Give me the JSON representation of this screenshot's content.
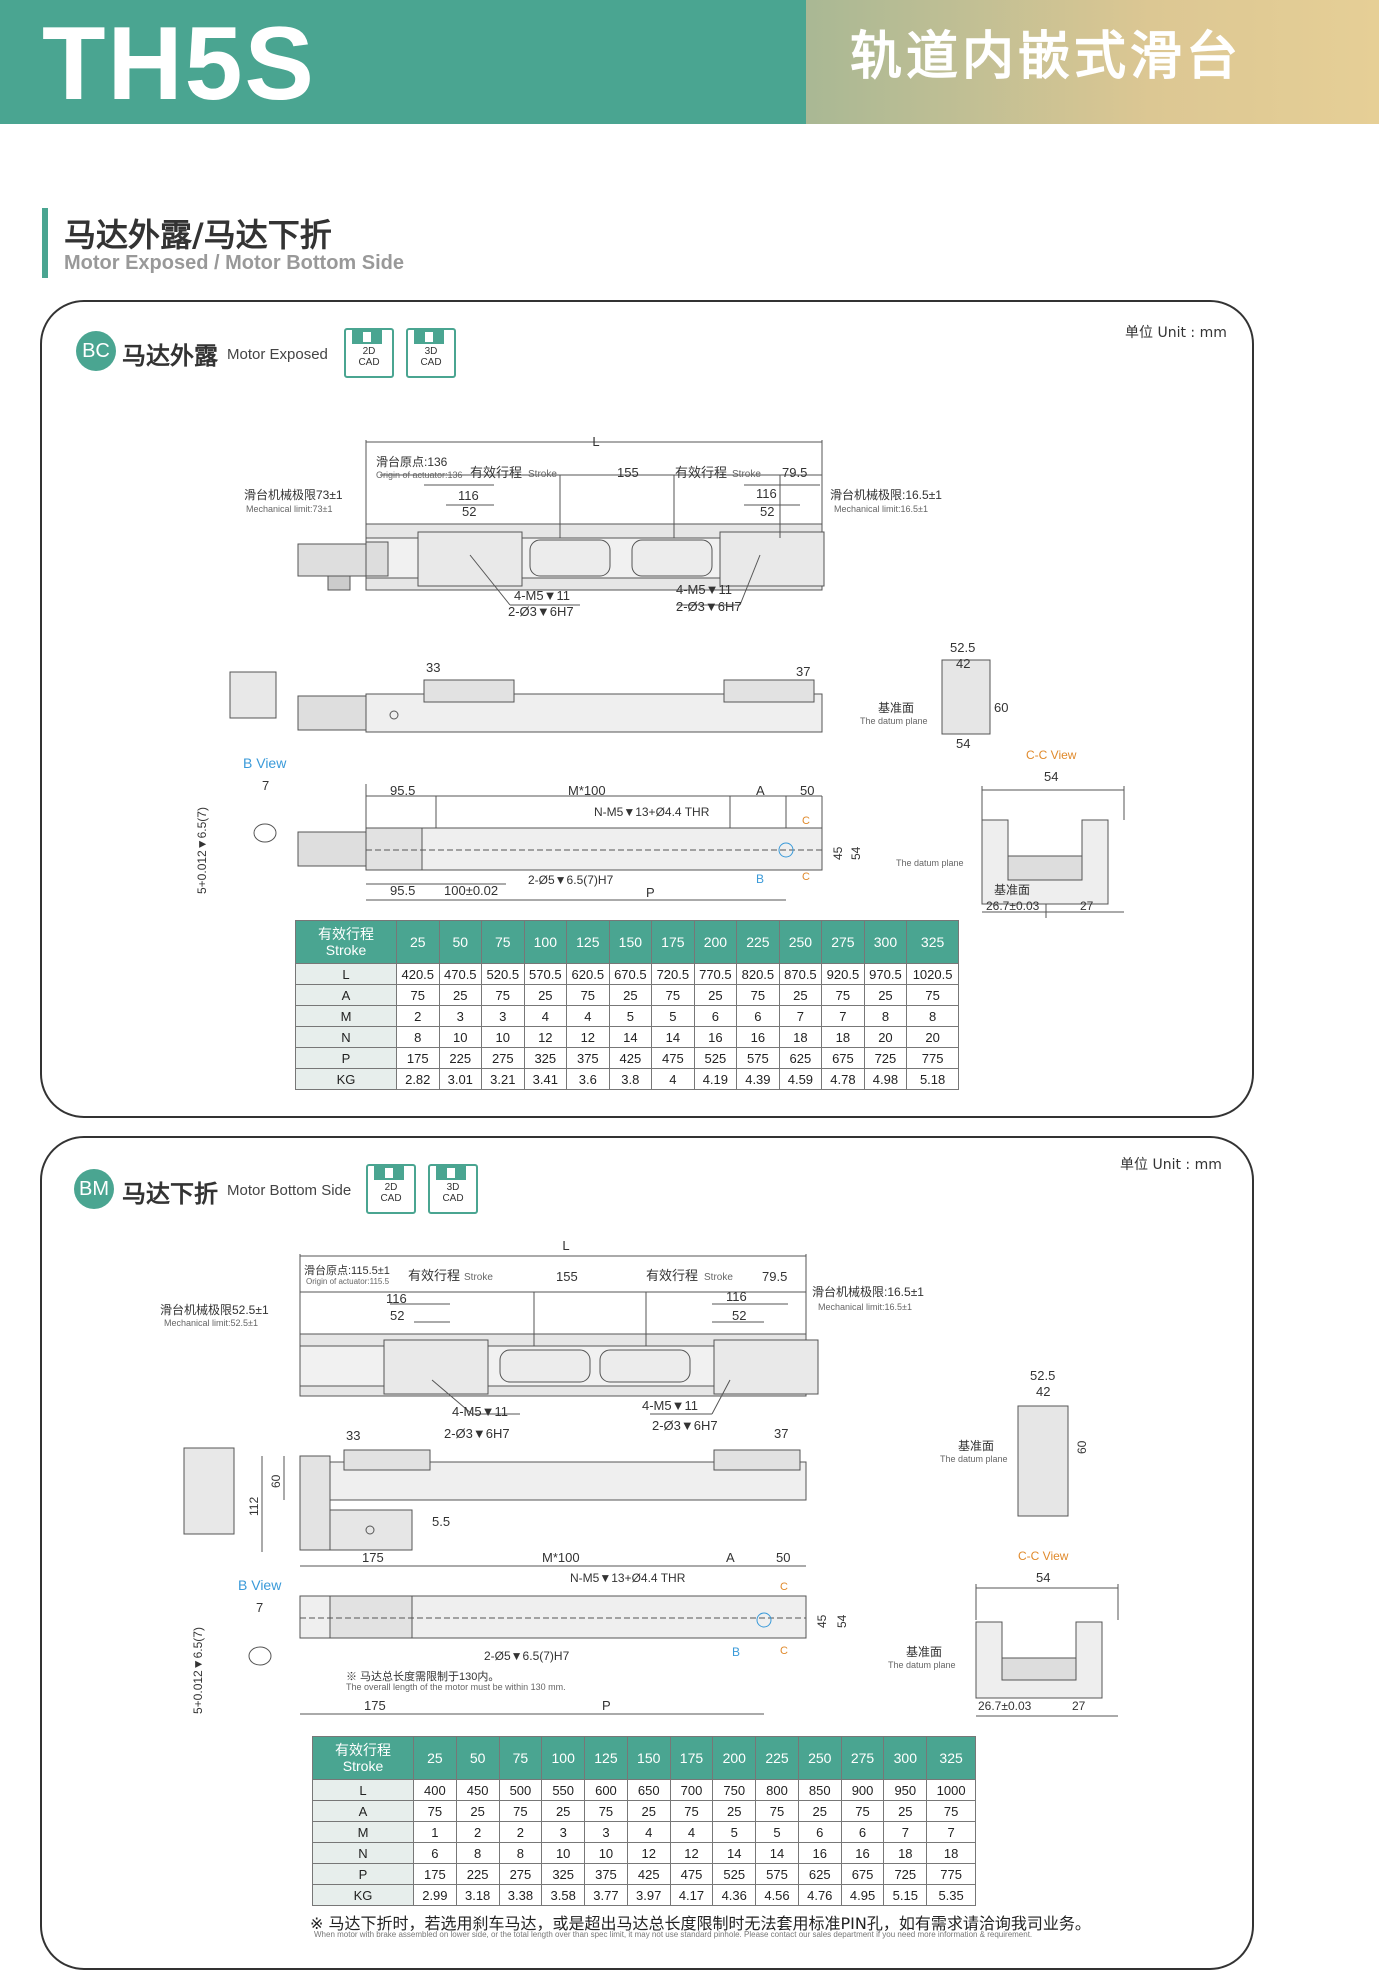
{
  "header": {
    "model": "TH5S",
    "title_cn": "轨道内嵌式滑台"
  },
  "section": {
    "title_cn": "马达外露/马达下折",
    "title_en": "Motor Exposed / Motor Bottom Side"
  },
  "colors": {
    "brand_green": "#4aa591",
    "gold": "#dcc793",
    "orange": "#e08a2c",
    "blue": "#3a9ad9"
  },
  "panel_bc": {
    "unit": "单位 Unit : mm",
    "badge": "BC",
    "title_cn": "马达外露",
    "title_en": "Motor Exposed",
    "cad2d": [
      "2D",
      "CAD"
    ],
    "cad3d": [
      "3D",
      "CAD"
    ],
    "dims": {
      "L": "L",
      "origin_cn": "滑台原点:136",
      "origin_en": "Origin of actuator:136",
      "stroke_cn": "有效行程",
      "stroke_en": "Stroke",
      "d155": "155",
      "d79": "79.5",
      "mech_left_cn": "滑台机械极限73±1",
      "mech_left_en": "Mechanical limit:73±1",
      "mech_right_cn": "滑台机械极限:16.5±1",
      "mech_right_en": "Mechanical limit:16.5±1",
      "d116": "116",
      "d52": "52",
      "m5": "4-M5▼11",
      "pin": "2-Ø3▼6H7",
      "d33": "33",
      "d37": "37",
      "d525": "52.5",
      "d42": "42",
      "d60": "60",
      "d54": "54",
      "datum_cn": "基准面",
      "datum_en": "The datum plane",
      "bview": "B View",
      "ccview": "C-C View",
      "d7": "7",
      "tol": "5+0.012▼6.5(7)",
      "d955": "95.5",
      "m100": "M*100",
      "A": "A",
      "d50": "50",
      "thr": "N-M5▼13+Ø4.4 THR",
      "c": "C",
      "b": "B",
      "d100": "100±0.02",
      "p": "P",
      "pin2": "2-Ø5▼6.5(7)H7",
      "d45": "45",
      "d267": "26.7±0.03",
      "d27": "27"
    },
    "table": {
      "head_cn": "有效行程",
      "head_en": "Stroke",
      "strokes": [
        "25",
        "50",
        "75",
        "100",
        "125",
        "150",
        "175",
        "200",
        "225",
        "250",
        "275",
        "300",
        "325"
      ],
      "rows": [
        {
          "label": "L",
          "values": [
            "420.5",
            "470.5",
            "520.5",
            "570.5",
            "620.5",
            "670.5",
            "720.5",
            "770.5",
            "820.5",
            "870.5",
            "920.5",
            "970.5",
            "1020.5"
          ]
        },
        {
          "label": "A",
          "values": [
            "75",
            "25",
            "75",
            "25",
            "75",
            "25",
            "75",
            "25",
            "75",
            "25",
            "75",
            "25",
            "75"
          ]
        },
        {
          "label": "M",
          "values": [
            "2",
            "3",
            "3",
            "4",
            "4",
            "5",
            "5",
            "6",
            "6",
            "7",
            "7",
            "8",
            "8"
          ]
        },
        {
          "label": "N",
          "values": [
            "8",
            "10",
            "10",
            "12",
            "12",
            "14",
            "14",
            "16",
            "16",
            "18",
            "18",
            "20",
            "20"
          ]
        },
        {
          "label": "P",
          "values": [
            "175",
            "225",
            "275",
            "325",
            "375",
            "425",
            "475",
            "525",
            "575",
            "625",
            "675",
            "725",
            "775"
          ]
        },
        {
          "label": "KG",
          "values": [
            "2.82",
            "3.01",
            "3.21",
            "3.41",
            "3.6",
            "3.8",
            "4",
            "4.19",
            "4.39",
            "4.59",
            "4.78",
            "4.98",
            "5.18"
          ]
        }
      ]
    }
  },
  "panel_bm": {
    "unit": "单位 Unit : mm",
    "badge": "BM",
    "title_cn": "马达下折",
    "title_en": "Motor Bottom Side",
    "cad2d": [
      "2D",
      "CAD"
    ],
    "cad3d": [
      "3D",
      "CAD"
    ],
    "dims": {
      "L": "L",
      "origin_cn": "滑台原点:115.5±1",
      "origin_en": "Origin of actuator:115.5",
      "stroke_cn": "有效行程",
      "stroke_en": "Stroke",
      "d155": "155",
      "d79": "79.5",
      "mech_left_cn": "滑台机械极限52.5±1",
      "mech_left_en": "Mechanical limit:52.5±1",
      "mech_right_cn": "滑台机械极限:16.5±1",
      "mech_right_en": "Mechanical limit:16.5±1",
      "d116": "116",
      "d52": "52",
      "m5": "4-M5▼11",
      "pin": "2-Ø3▼6H7",
      "d33": "33",
      "d37": "37",
      "d525": "52.5",
      "d42": "42",
      "d60": "60",
      "d112": "112",
      "d55": "5.5",
      "datum_cn": "基准面",
      "datum_en": "The datum plane",
      "bview": "B View",
      "ccview": "C-C View",
      "d7": "7",
      "tol": "5+0.012▼6.5(7)",
      "d175": "175",
      "m100": "M*100",
      "A": "A",
      "d50": "50",
      "thr": "N-M5▼13+Ø4.4 THR",
      "c": "C",
      "b": "B",
      "p": "P",
      "pin2": "2-Ø5▼6.5(7)H7",
      "d45": "45",
      "d54": "54",
      "d267": "26.7±0.03",
      "d27": "27",
      "motor_note_cn": "※ 马达总长度需限制于130内。",
      "motor_note_en": "The overall length of the motor must be within 130 mm."
    },
    "table": {
      "head_cn": "有效行程",
      "head_en": "Stroke",
      "strokes": [
        "25",
        "50",
        "75",
        "100",
        "125",
        "150",
        "175",
        "200",
        "225",
        "250",
        "275",
        "300",
        "325"
      ],
      "rows": [
        {
          "label": "L",
          "values": [
            "400",
            "450",
            "500",
            "550",
            "600",
            "650",
            "700",
            "750",
            "800",
            "850",
            "900",
            "950",
            "1000"
          ]
        },
        {
          "label": "A",
          "values": [
            "75",
            "25",
            "75",
            "25",
            "75",
            "25",
            "75",
            "25",
            "75",
            "25",
            "75",
            "25",
            "75"
          ]
        },
        {
          "label": "M",
          "values": [
            "1",
            "2",
            "2",
            "3",
            "3",
            "4",
            "4",
            "5",
            "5",
            "6",
            "6",
            "7",
            "7"
          ]
        },
        {
          "label": "N",
          "values": [
            "6",
            "8",
            "8",
            "10",
            "10",
            "12",
            "12",
            "14",
            "14",
            "16",
            "16",
            "18",
            "18"
          ]
        },
        {
          "label": "P",
          "values": [
            "175",
            "225",
            "275",
            "325",
            "375",
            "425",
            "475",
            "525",
            "575",
            "625",
            "675",
            "725",
            "775"
          ]
        },
        {
          "label": "KG",
          "values": [
            "2.99",
            "3.18",
            "3.38",
            "3.58",
            "3.77",
            "3.97",
            "4.17",
            "4.36",
            "4.56",
            "4.76",
            "4.95",
            "5.15",
            "5.35"
          ]
        }
      ]
    },
    "footnote_cn": "※ 马达下折时，若选用刹车马达，或是超出马达总长度限制时无法套用标准PIN孔，如有需求请洽询我司业务。",
    "footnote_en": "When motor with brake assembled on lower side, or the total length over than spec limit, it may not use standard pinhole. Please contact our sales department if you need more information & requirement."
  }
}
